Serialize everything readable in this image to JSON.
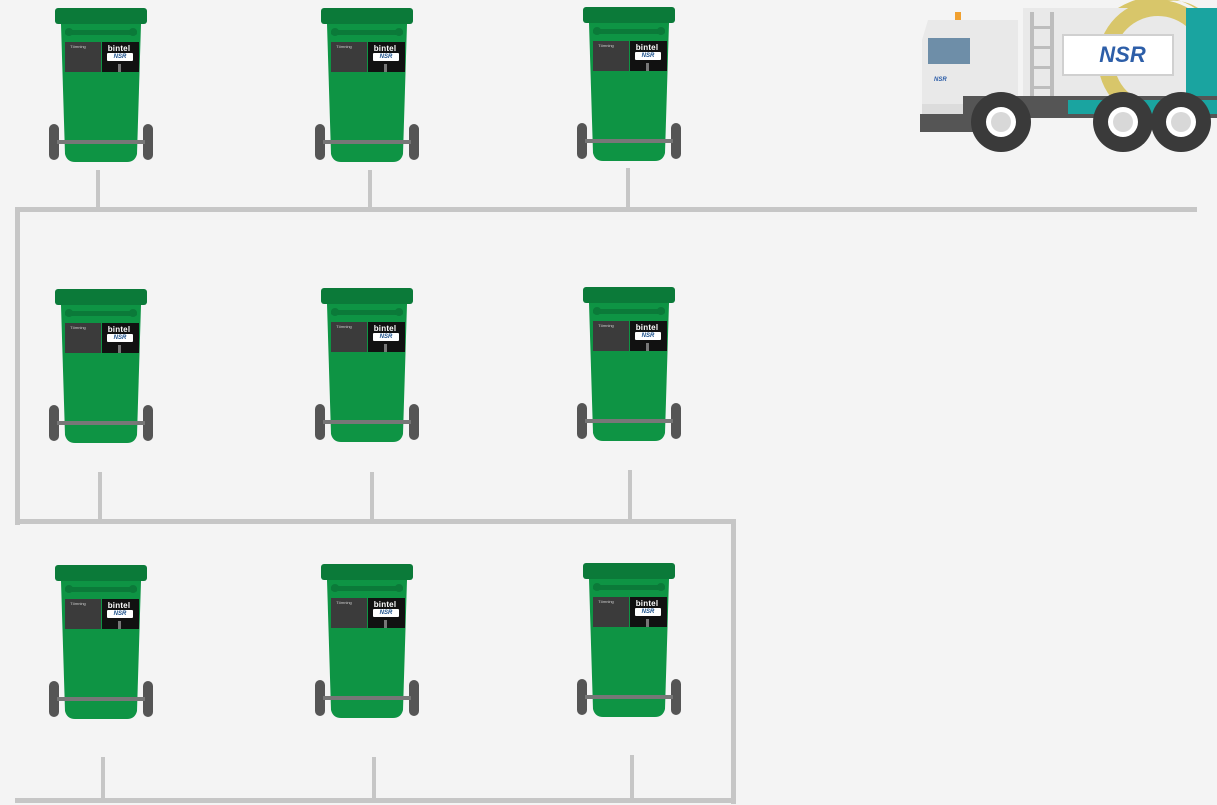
{
  "bins": {
    "label": "Tömning",
    "brand": "bintel",
    "logo": "NSR"
  },
  "truck": {
    "logo_text": "NSR",
    "cab_text": "NSR"
  },
  "colors": {
    "bin_body": "#0e9444",
    "bin_lid": "#0b7a39",
    "wheel": "#555555",
    "route_line": "#c6c6c6",
    "truck_accent": "#1aa4a0",
    "truck_ring": "#d8c66a",
    "background": "#f4f4f4"
  }
}
